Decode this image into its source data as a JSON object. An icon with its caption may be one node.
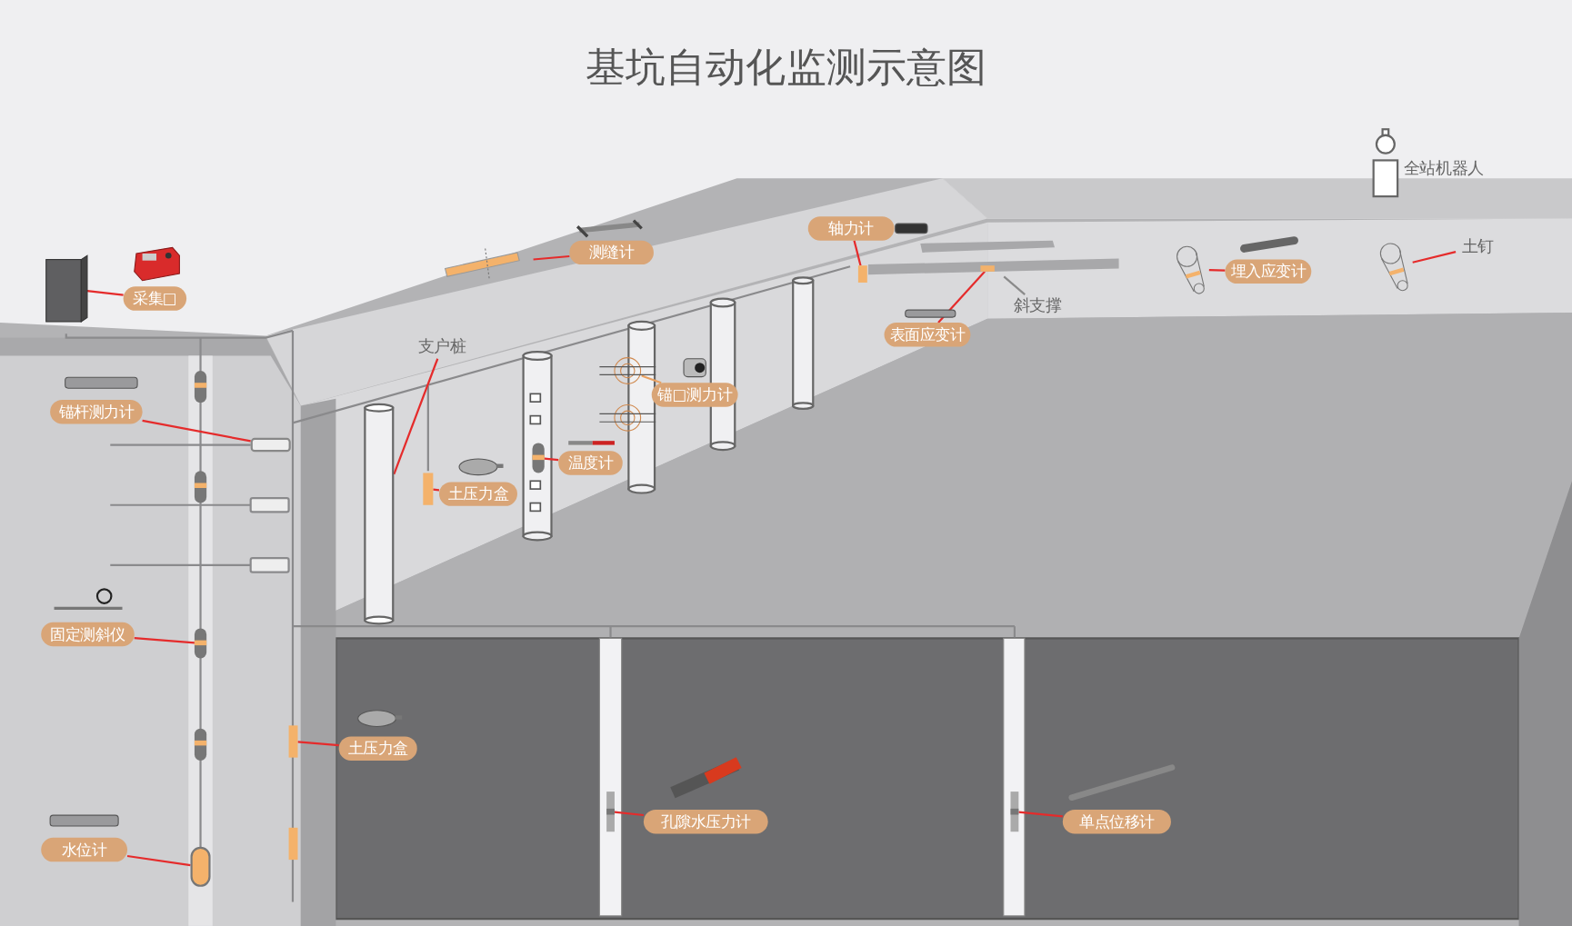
{
  "diagram": {
    "title": "基坑自动化监测示意图",
    "nodes": [
      {
        "text": [
          "采集□"
        ]
      },
      {
        "text": [],
        "shape": "box"
      },
      {
        "text": [
          "测缝计"
        ]
      },
      {
        "text": [],
        "shape": "bar"
      },
      {
        "text": [
          "轴力计"
        ]
      },
      {
        "text": [],
        "shape": "bar"
      },
      {
        "text": [],
        "shape": "bar"
      },
      {
        "text": [],
        "shape": "bar",
        "in": 6
      },
      {
        "text": [
          "表面应变计"
        ]
      },
      {
        "text": [
          "斜支撑"
        ]
      },
      {
        "text": [
          "埋入应变计"
        ]
      },
      {
        "text": [],
        "shape": "cylinder"
      },
      {
        "text": [
          "土钉"
        ]
      },
      {
        "text": [],
        "shape": "cylinder"
      },
      {
        "text": [
          "支户桩"
        ]
      },
      {
        "text": [],
        "shape": "cylinder"
      },
      {
        "text": [
          "锚□测力计"
        ]
      },
      {
        "text": [],
        "shape": "circle"
      },
      {
        "text": [
          "温度计"
        ]
      },
      {
        "text": [],
        "shape": "bar"
      },
      {
        "text": [
          "土压力盒"
        ]
      },
      {
        "text": [],
        "shape": "bar"
      },
      {
        "text": [
          "锚杆测力计"
        ]
      },
      {
        "text": [],
        "shape": "bar"
      },
      {
        "text": [
          "固定测斜仪"
        ]
      },
      {
        "text": [],
        "shape": "bar"
      },
      {
        "text": [
          "水位计"
        ]
      },
      {
        "text": [],
        "shape": "bar"
      },
      {
        "text": [
          "土压力盒"
        ]
      },
      {
        "text": [],
        "shape": "bar"
      },
      {
        "text": [
          "孔隙水压力计"
        ]
      },
      {
        "text": [],
        "shape": "bar"
      },
      {
        "text": [
          "单点位移计"
        ]
      },
      {
        "text": [],
        "shape": "bar"
      },
      {
        "text": [],
        "shape": "circle"
      }
    ],
    "edges": [
      {
        "from": 0,
        "to": 1,
        "arrow": "none"
      },
      {
        "from": 2,
        "to": 3,
        "arrow": "none"
      },
      {
        "from": 4,
        "to": 5,
        "arrow": "none"
      },
      {
        "from": 8,
        "to": 7,
        "arrow": "none"
      },
      {
        "from": 9,
        "to": 6,
        "arrow": "none",
        "color": "#8a8a8a"
      },
      {
        "from": 10,
        "to": 11,
        "arrow": "none"
      },
      {
        "from": 12,
        "to": 13,
        "arrow": "none"
      },
      {
        "from": 14,
        "to": 15,
        "arrow": "none"
      },
      {
        "from": 16,
        "to": 17,
        "arrow": "none",
        "color": "#e8a060"
      },
      {
        "from": 18,
        "to": 19,
        "arrow": "none"
      },
      {
        "from": 20,
        "to": 21,
        "arrow": "none"
      },
      {
        "from": 22,
        "to": 23,
        "arrow": "none"
      },
      {
        "from": 24,
        "to": 25,
        "arrow": "none"
      },
      {
        "from": 26,
        "to": 27,
        "arrow": "none"
      },
      {
        "from": 28,
        "to": 29,
        "arrow": "none"
      },
      {
        "from": 30,
        "to": 31,
        "arrow": "none"
      },
      {
        "from": 32,
        "to": 33,
        "arrow": "none"
      }
    ],
    "labels": [
      "全站机器人"
    ]
  }
}
